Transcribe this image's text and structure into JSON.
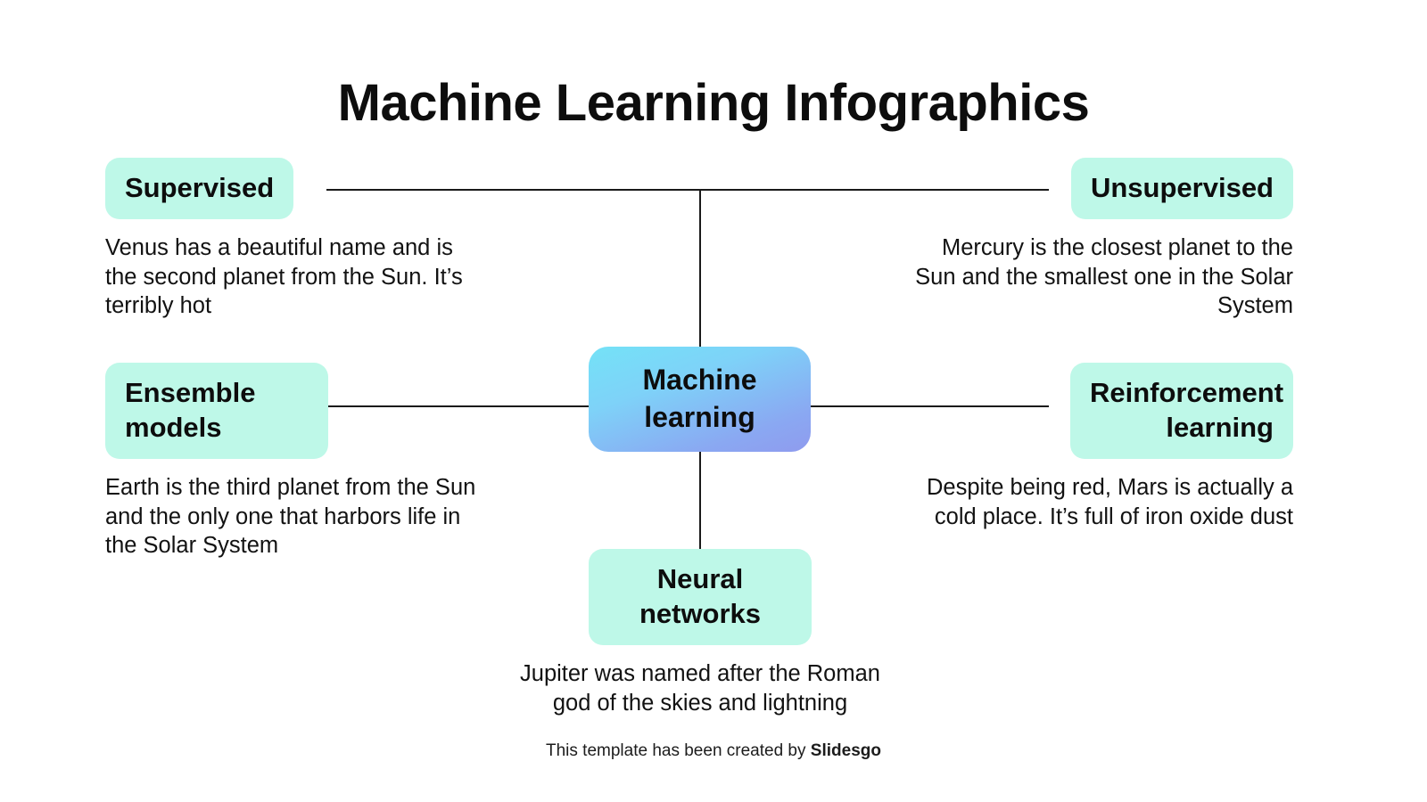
{
  "title": "Machine Learning Infographics",
  "colors": {
    "pill_mint": "#bef8e8",
    "center_gradient_start": "#74e2f7",
    "center_gradient_end": "#8f9bee",
    "line": "#1a1a1a",
    "text": "#111111",
    "background": "#ffffff"
  },
  "center": {
    "label": "Machine\nlearning"
  },
  "branches": [
    {
      "id": "supervised",
      "label": "Supervised",
      "body": "Venus has a beautiful name and is the second planet from the Sun. It’s terribly hot",
      "align": "left",
      "position": "top-left"
    },
    {
      "id": "unsupervised",
      "label": "Unsupervised",
      "body": "Mercury is the closest planet to the Sun and the smallest one in the Solar System",
      "align": "right",
      "position": "top-right"
    },
    {
      "id": "ensemble-models",
      "label": "Ensemble models",
      "body": "Earth is the third planet from the Sun and the only one that harbors life in the Solar System",
      "align": "left",
      "position": "middle-left"
    },
    {
      "id": "reinforcement-learning",
      "label": "Reinforcement learning",
      "body": "Despite being red, Mars is actually a cold place. It’s full of iron oxide dust",
      "align": "right",
      "position": "middle-right"
    },
    {
      "id": "neural-networks",
      "label": "Neural networks",
      "body": "Jupiter was named after the Roman god of the skies and lightning",
      "align": "center",
      "position": "bottom-center"
    }
  ],
  "footer": {
    "prefix": "This template has been created by ",
    "brand": "Slidesgo"
  }
}
